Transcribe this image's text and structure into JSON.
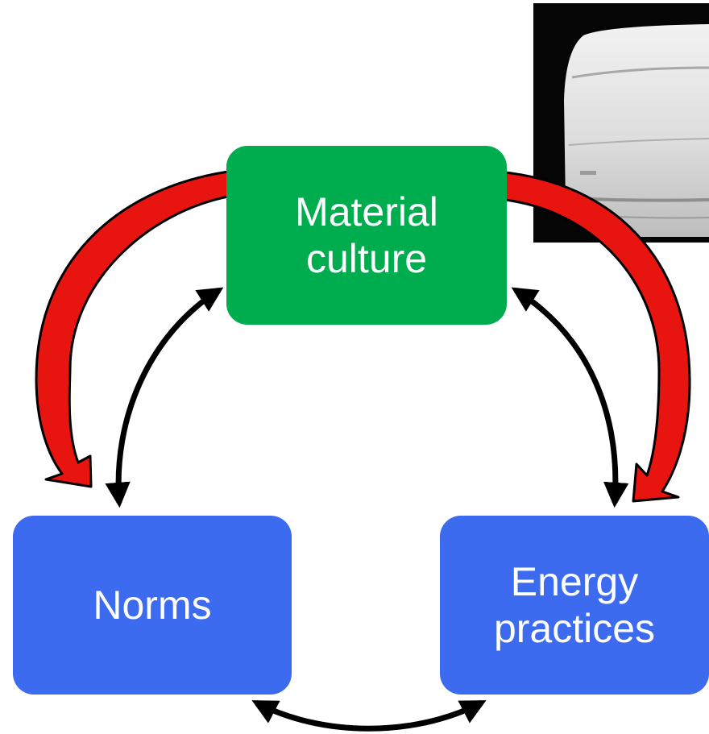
{
  "colors": {
    "material_fill": "#00ad4e",
    "node_fill": "#3d6bf0",
    "text": "#ffffff",
    "red_arrow_fill": "#e8140f",
    "arrow_outline": "#000000"
  },
  "nodes": {
    "material_culture": {
      "lines": [
        "Material",
        "culture"
      ]
    },
    "norms": {
      "lines": [
        "Norms"
      ]
    },
    "energy_practices": {
      "lines": [
        "Energy",
        "practices"
      ]
    }
  },
  "image": {
    "subject": "air-conditioner-unit"
  }
}
